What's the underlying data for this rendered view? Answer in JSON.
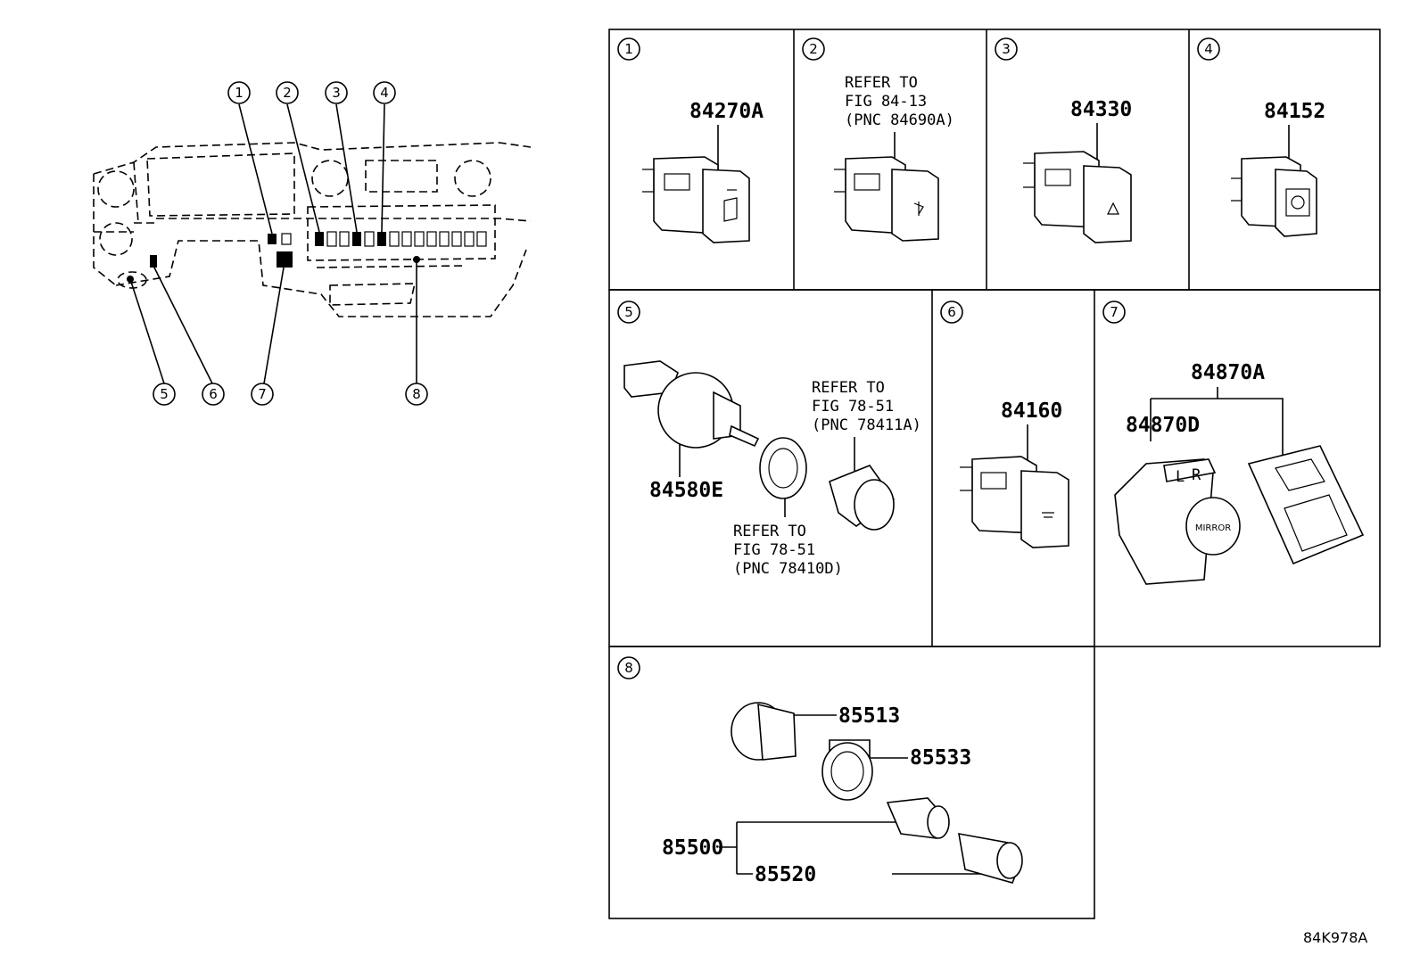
{
  "overview": {
    "callouts": [
      "1",
      "2",
      "3",
      "4",
      "5",
      "6",
      "7",
      "8"
    ]
  },
  "panels": [
    {
      "index": "1",
      "parts": [
        "84270A"
      ]
    },
    {
      "index": "2",
      "refer": [
        "REFER TO",
        "FIG 84-13",
        "(PNC 84690A)"
      ]
    },
    {
      "index": "3",
      "parts": [
        "84330"
      ]
    },
    {
      "index": "4",
      "parts": [
        "84152"
      ]
    },
    {
      "index": "5",
      "parts": [
        "84580E"
      ],
      "refer_a": [
        "REFER TO",
        "FIG 78-51",
        "(PNC 78411A)"
      ],
      "refer_b": [
        "REFER TO",
        "FIG 78-51",
        "(PNC 78410D)"
      ]
    },
    {
      "index": "6",
      "parts": [
        "84160"
      ]
    },
    {
      "index": "7",
      "parts": [
        "84870A",
        "84870D"
      ],
      "switch_text": [
        "L",
        "R",
        "MIRROR"
      ]
    },
    {
      "index": "8",
      "parts": [
        "85513",
        "85533",
        "85500",
        "85520"
      ]
    }
  ],
  "diagram_code": "84K978A"
}
